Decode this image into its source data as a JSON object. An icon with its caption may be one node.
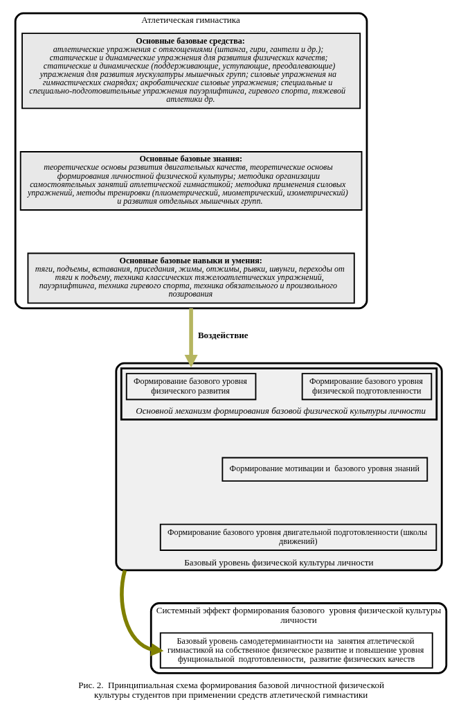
{
  "diagram": {
    "caption": "Рис. 2.  Принципиальная схема формирования базовой личностной физической культуры студентов при применении средств атлетической гимнастики",
    "nodes": [
      {
        "text": [
          "Атлетическая гимнастика"
        ]
      },
      {
        "text": [
          "Основные базовые средства:",
          "атлетические упражнения с отягощениями (штанга, гири, гантели и др.); статические и динамические упражнения для развития физических качеств; статические и динамические (поддерживающие, уступающие, преодалевающие) упражнения для развития мускулатуры мышечных групп; силовые упражнения на гимнастических снарядах; акробатические силовые упражнения; специальные и специально-подготовительные упражнения пауэрлифтинга, гиревого спорта, тяжевой атлетики др."
        ],
        "in": 0
      },
      {
        "text": [
          "Основные базовые знания:",
          "теоретические основы развития двигательных качеств, теоретические основы формирования личностной физической культуры; методика организации самостоятельных занятий атлетической гимнастикой; методика применения силовых упражнений, методы тренировки (плиометрический, миометрический, изометрический)  и развития отдельных мышечных групп."
        ],
        "in": 0
      },
      {
        "text": [
          "Основные базовые навыки и умения:",
          "тяги, подъемы, вставания, приседания, жимы, отжимы, рывки, швунги, переходы от тяги к подъему, техника классических тяжелоатлетических упражнений, пауэрлифтинга, техника гиревого спорта, техника обязательного и произвольного позирования"
        ],
        "in": 0
      },
      {
        "text": [
          "Базовый уровень физической культуры личности"
        ]
      },
      {
        "text": [
          "Основной механизм формирования базовой физической культуры личности"
        ],
        "in": 4
      },
      {
        "text": [
          "Формирование базового уровня физического развития"
        ],
        "in": 5
      },
      {
        "text": [
          "Формирование базового уровня физической подготовленности"
        ],
        "in": 5
      },
      {
        "text": [
          "Формирование мотивации и  базового уровня знаний"
        ],
        "in": 4
      },
      {
        "text": [
          "Формирование базового уровня двигательной подготовленности (школы движений)"
        ],
        "in": 4
      },
      {
        "text": [
          "Системный эффект формирования базового  уровня физической культуры личности"
        ]
      },
      {
        "text": [
          "Базовый уровень самодетерминантности на  занятия атлетической гимнастикой на собственное физическое развитие и повышение уровня фунциональной  подготовленности,  развитие физических качеств"
        ],
        "in": 10
      }
    ],
    "edges": [
      {
        "from": 0,
        "to": 4,
        "arrow": "to",
        "label": "Воздействие",
        "color": "#b5b560"
      },
      {
        "from": 4,
        "to": 11,
        "arrow": "to",
        "color": "#808000"
      }
    ]
  }
}
